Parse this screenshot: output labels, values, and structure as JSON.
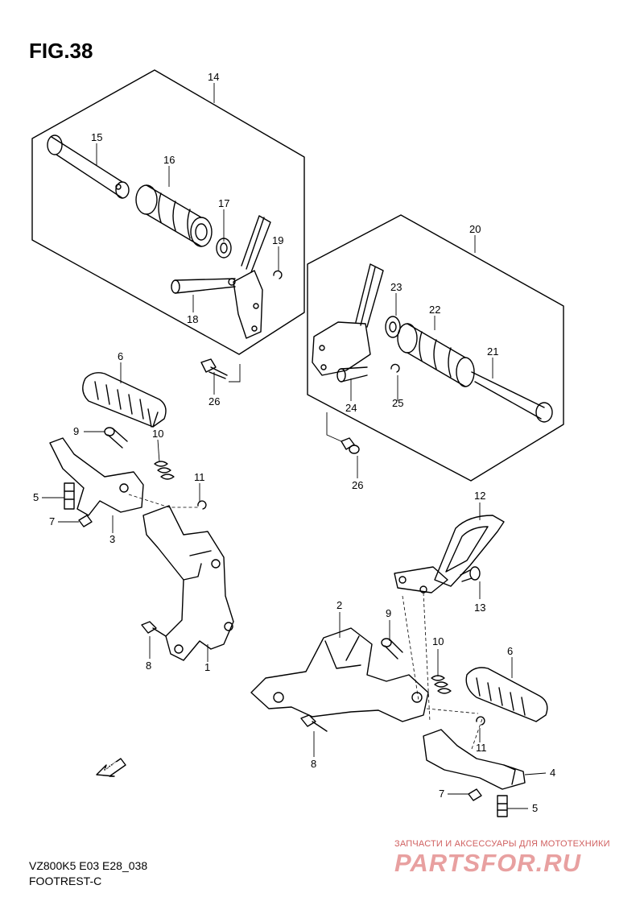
{
  "title": "FIG.38",
  "model_code": "VZ800K5 E03 E28_038",
  "section_name": "FOOTREST-C",
  "fwd_label": "FWD",
  "watermark": {
    "tagline": "ЗАПЧАСТИ И АКСЕССУАРЫ ДЛЯ МОТОТЕХНИКИ",
    "logo": "PARTSFOR.RU"
  },
  "callouts": [
    "14",
    "15",
    "16",
    "17",
    "19",
    "18",
    "20",
    "23",
    "22",
    "21",
    "24",
    "25",
    "26",
    "26",
    "6",
    "9",
    "10",
    "11",
    "5",
    "7",
    "3",
    "8",
    "1",
    "12",
    "13",
    "2",
    "9",
    "10",
    "6",
    "11",
    "8",
    "4",
    "7",
    "5"
  ]
}
